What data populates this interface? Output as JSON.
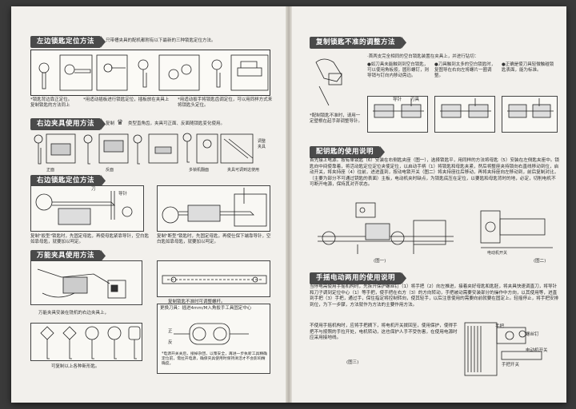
{
  "left": {
    "sections": {
      "left_locate": {
        "title": "左边锁匙定位方法",
        "intro": "只带槽夹具的配机都附有以下最新的三种锁匙定位方法。",
        "note1": "*锁匙背边靠正定位。",
        "note1b": "复制锁匙的方法同上",
        "note2": "*用适动插板进行锁匙定位，插板放在夹具上",
        "note3": "*用适动扳手将锁匙齿调定位，可以用同样方式来将锁匙头定位。"
      },
      "right_clamp": {
        "title": "右边夹具使用方法",
        "intro": "复制",
        "intro2": "类型直角齿，夹具可正面、反面随锁匙变化使用。",
        "labels": [
          "正面",
          "反面",
          "多锁机翻面",
          "夹具可调到这使用",
          "调整 夹具"
        ]
      },
      "right_locate": {
        "title": "右边锁匙定位方法",
        "cap1": "复制\"扳型\"锁匙时，先固定母匙，再使母匙紧靠导针，空白匙如靠母匙，就要加以呵定。",
        "cap2": "复制\"断型\"锁匙时，先固定母匙，再使仕保下端靠导针，空白匙如靠母匙，就要加以呵定。",
        "tags": [
          "刀",
          "导针"
        ]
      },
      "universal": {
        "title": "万能夹具使用方法",
        "cap1": "万能夹具安装在铣机的右边夹具上，",
        "cap2": "可复制以上各种新形匙。",
        "cap3": "复制锁匙不准时可调整螺杆。",
        "cap4": "更换刀具：插进4mm/M入角扳手工具固定中心",
        "tags": [
          "正",
          "反"
        ],
        "note": "*电源开关关后，接掉杂团，以策安全，再进一步执新工具精确定位前，需拉开电源，确保夹具使用时保持清洁才不会影响精确度。"
      }
    }
  },
  "right": {
    "adjust": {
      "title": "复制锁匙不准的调整方法",
      "intro": "·首两支完全相同的空白锁匙装置在夹具上，并进行钻切：",
      "bullets": [
        "●如刀具未能触到到空白锁匙，可以使用角板按，圆形螺钉，则导销与钉向内移动旁边。",
        "●刀具触到太多的空白锁匙时，复图导在右向左将螺片一圈调整。",
        "●正确是使刀具轻微触碰锁匙表面，能为标准。"
      ],
      "tags": [
        "导针",
        "刀具"
      ],
      "side_note": "*配制锁匙不准时，请用一定壁根在起手部调整导针。"
    },
    "usage": {
      "title": "配钥匙的使用说明",
      "para": "首先接上电源。按有单锁匙（6）安装在右侧匙夹座（图一），选择锁匙平，用同样的方法将母匙（5）安装在左侧匙夹座中。锁匙向中间使靠着，将活动匙定位定位夹使定位，以启动手柄（1）将锁匙和母匙夹紧，然后将整座夹持锁向右直线移动到位，启动开关，将夹持座（4）往前，进进直到，按动电锁开关（图二）将夹持座往后移动，再将夹持座向左移动到，前后复制对比，（主要为部分不可通过钥匙的表面）主板，电动机夹时缺点，为锁匙底压在定位，以要匙和母匙背时的地，必定，切削电机不可断开电源，保持其对齐状态。",
      "fig1": "(图一)",
      "fig2": "(图二)",
      "tag": "电动机开关"
    },
    "manual": {
      "title": "手摇电动两用的使用说明",
      "para": "当停电需使用手摇机构时，先拆开保护螺丝钉（1）将手把（2）向左推进，接着夹好母匙和匙胚，将夹具快速调直刀，将导针和刀子调到定位中心（1）等手把，使手把在右方（3）的方向转动，手把被动需要安装部分的操作中方向，以其使用等，进直到手把（3）手把，通过手，保住指定将控制转向，使其轻手，以后注意使用的需要向前就要在固定上。轻摇停止，将手把安排到位，为下一步骤，方法就作为方法的主要作用方法。",
      "para2": "不使用手摇机构时，应将手把摘下，将电机开关拨回至，使用保护，使得手把不与按照的手拉开处，电机转动，这也保护人手不受伤害，在使用电源时应采用接地线。",
      "fig3": "(图三)",
      "tags": [
        "手把",
        "螺丝钉",
        "电动机开关",
        "手把开关"
      ]
    }
  },
  "colors": {
    "paper": "#f2f0ec",
    "ink": "#222222",
    "bar": "#4a4a4a"
  }
}
